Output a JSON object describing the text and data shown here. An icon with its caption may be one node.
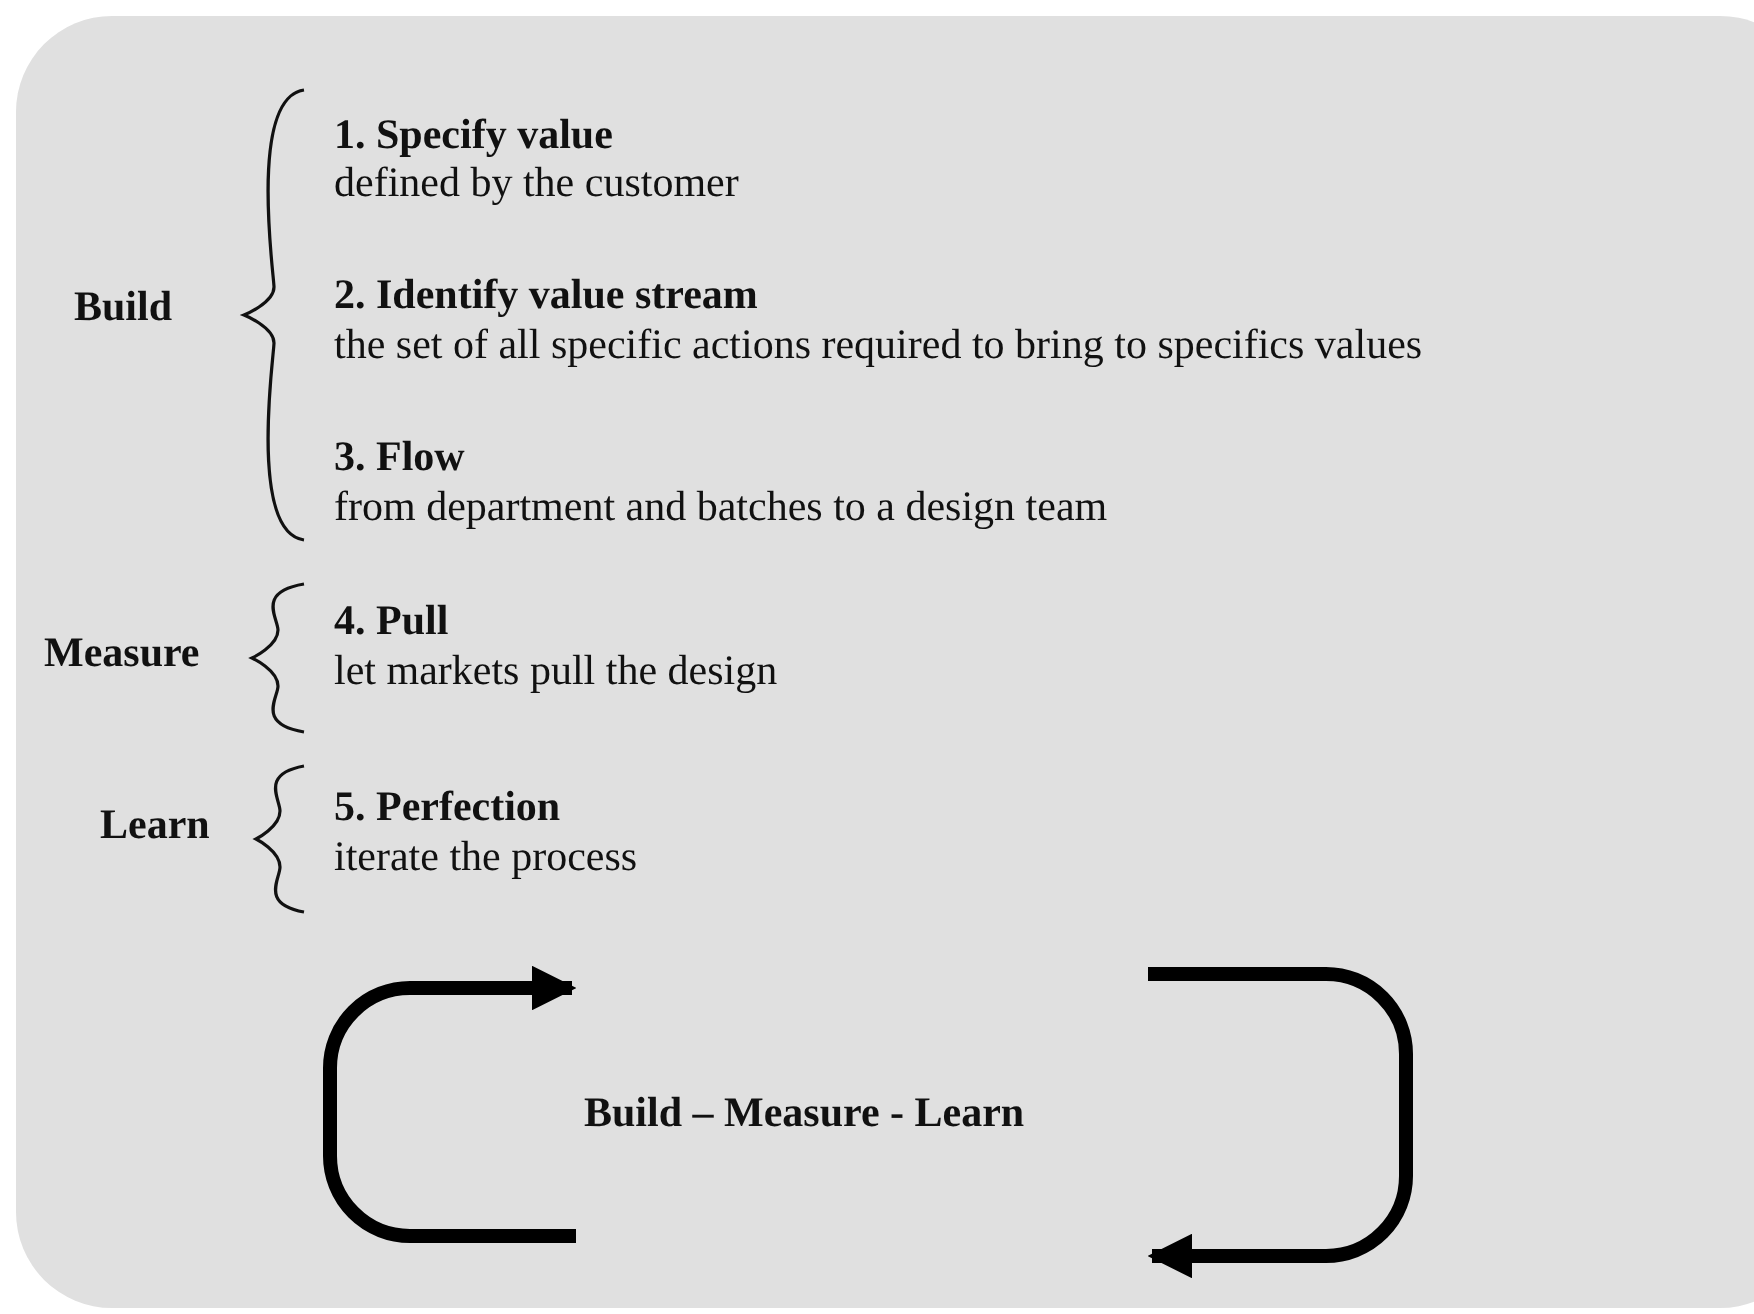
{
  "diagram": {
    "labels": [
      "Build",
      "1. Specify value",
      "defined by the customer",
      "2. Identify value stream",
      "the set of all specific actions required to bring to specifics values",
      "3. Flow",
      "from department and batches to a design team",
      "Measure",
      "4. Pull",
      "let markets pull the design",
      "Learn",
      "5. Perfection",
      "iterate the process",
      "Build – Measure - Learn"
    ]
  }
}
